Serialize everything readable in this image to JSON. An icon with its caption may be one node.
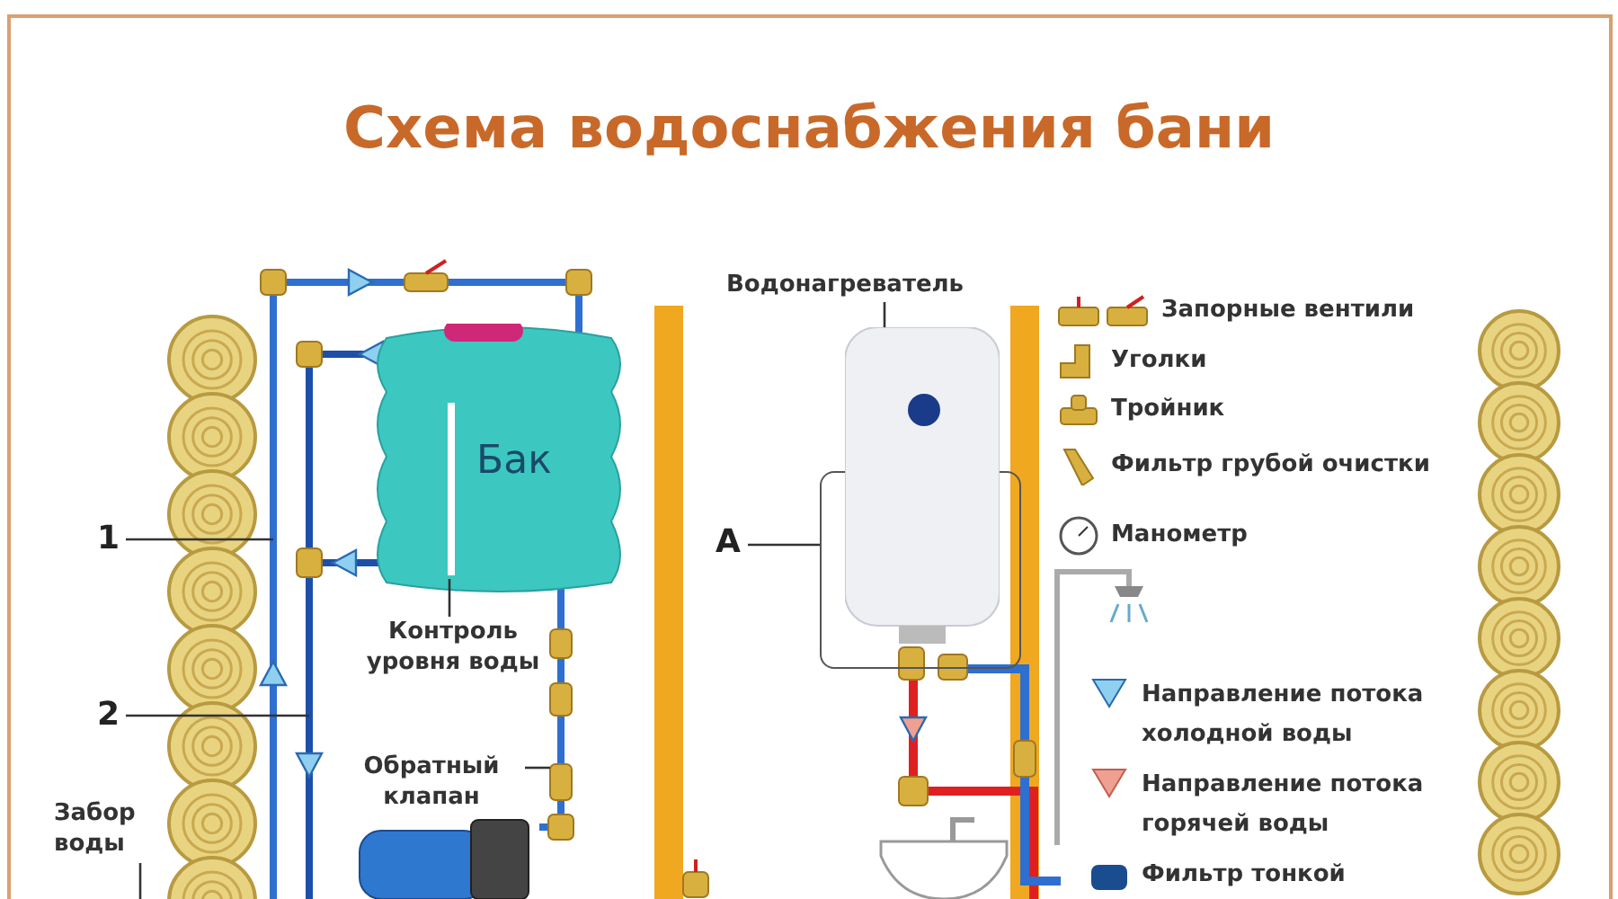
{
  "diagram": {
    "title": "Схема водоснабжения бани",
    "nodes": [
      {
        "text": [
          "Бак"
        ]
      },
      {
        "text": [
          "Контроль уровня воды"
        ]
      },
      {
        "text": [
          "Обратный клапан"
        ]
      },
      {
        "text": [
          "Забор воды"
        ]
      },
      {
        "text": [
          "1"
        ]
      },
      {
        "text": [
          "2"
        ]
      },
      {
        "text": [
          "Водонагреватель"
        ]
      },
      {
        "text": [
          "А"
        ]
      },
      {
        "text": [],
        "shape": "picture"
      },
      {
        "text": [],
        "shape": "box"
      }
    ],
    "edges": [
      {
        "from": 1,
        "to": 0,
        "arrow": "none"
      },
      {
        "from": 2,
        "to": null,
        "arrow": "none"
      },
      {
        "from": 3,
        "to": null,
        "arrow": "none"
      },
      {
        "from": 4,
        "to": null,
        "arrow": "none"
      },
      {
        "from": 5,
        "to": null,
        "arrow": "none"
      },
      {
        "from": 6,
        "to": 8,
        "arrow": "none"
      },
      {
        "from": 7,
        "to": 9,
        "arrow": "none"
      }
    ],
    "legend": [
      {
        "text": "Запорные вентили"
      },
      {
        "text": "Уголки"
      },
      {
        "text": "Тройник"
      },
      {
        "text": "Фильтр грубой очистки"
      },
      {
        "text": "Манометр"
      },
      {
        "text": "Направление потока холодной воды"
      },
      {
        "text": "Направление потока горячей воды"
      },
      {
        "text": "Фильтр тонкой"
      }
    ]
  }
}
